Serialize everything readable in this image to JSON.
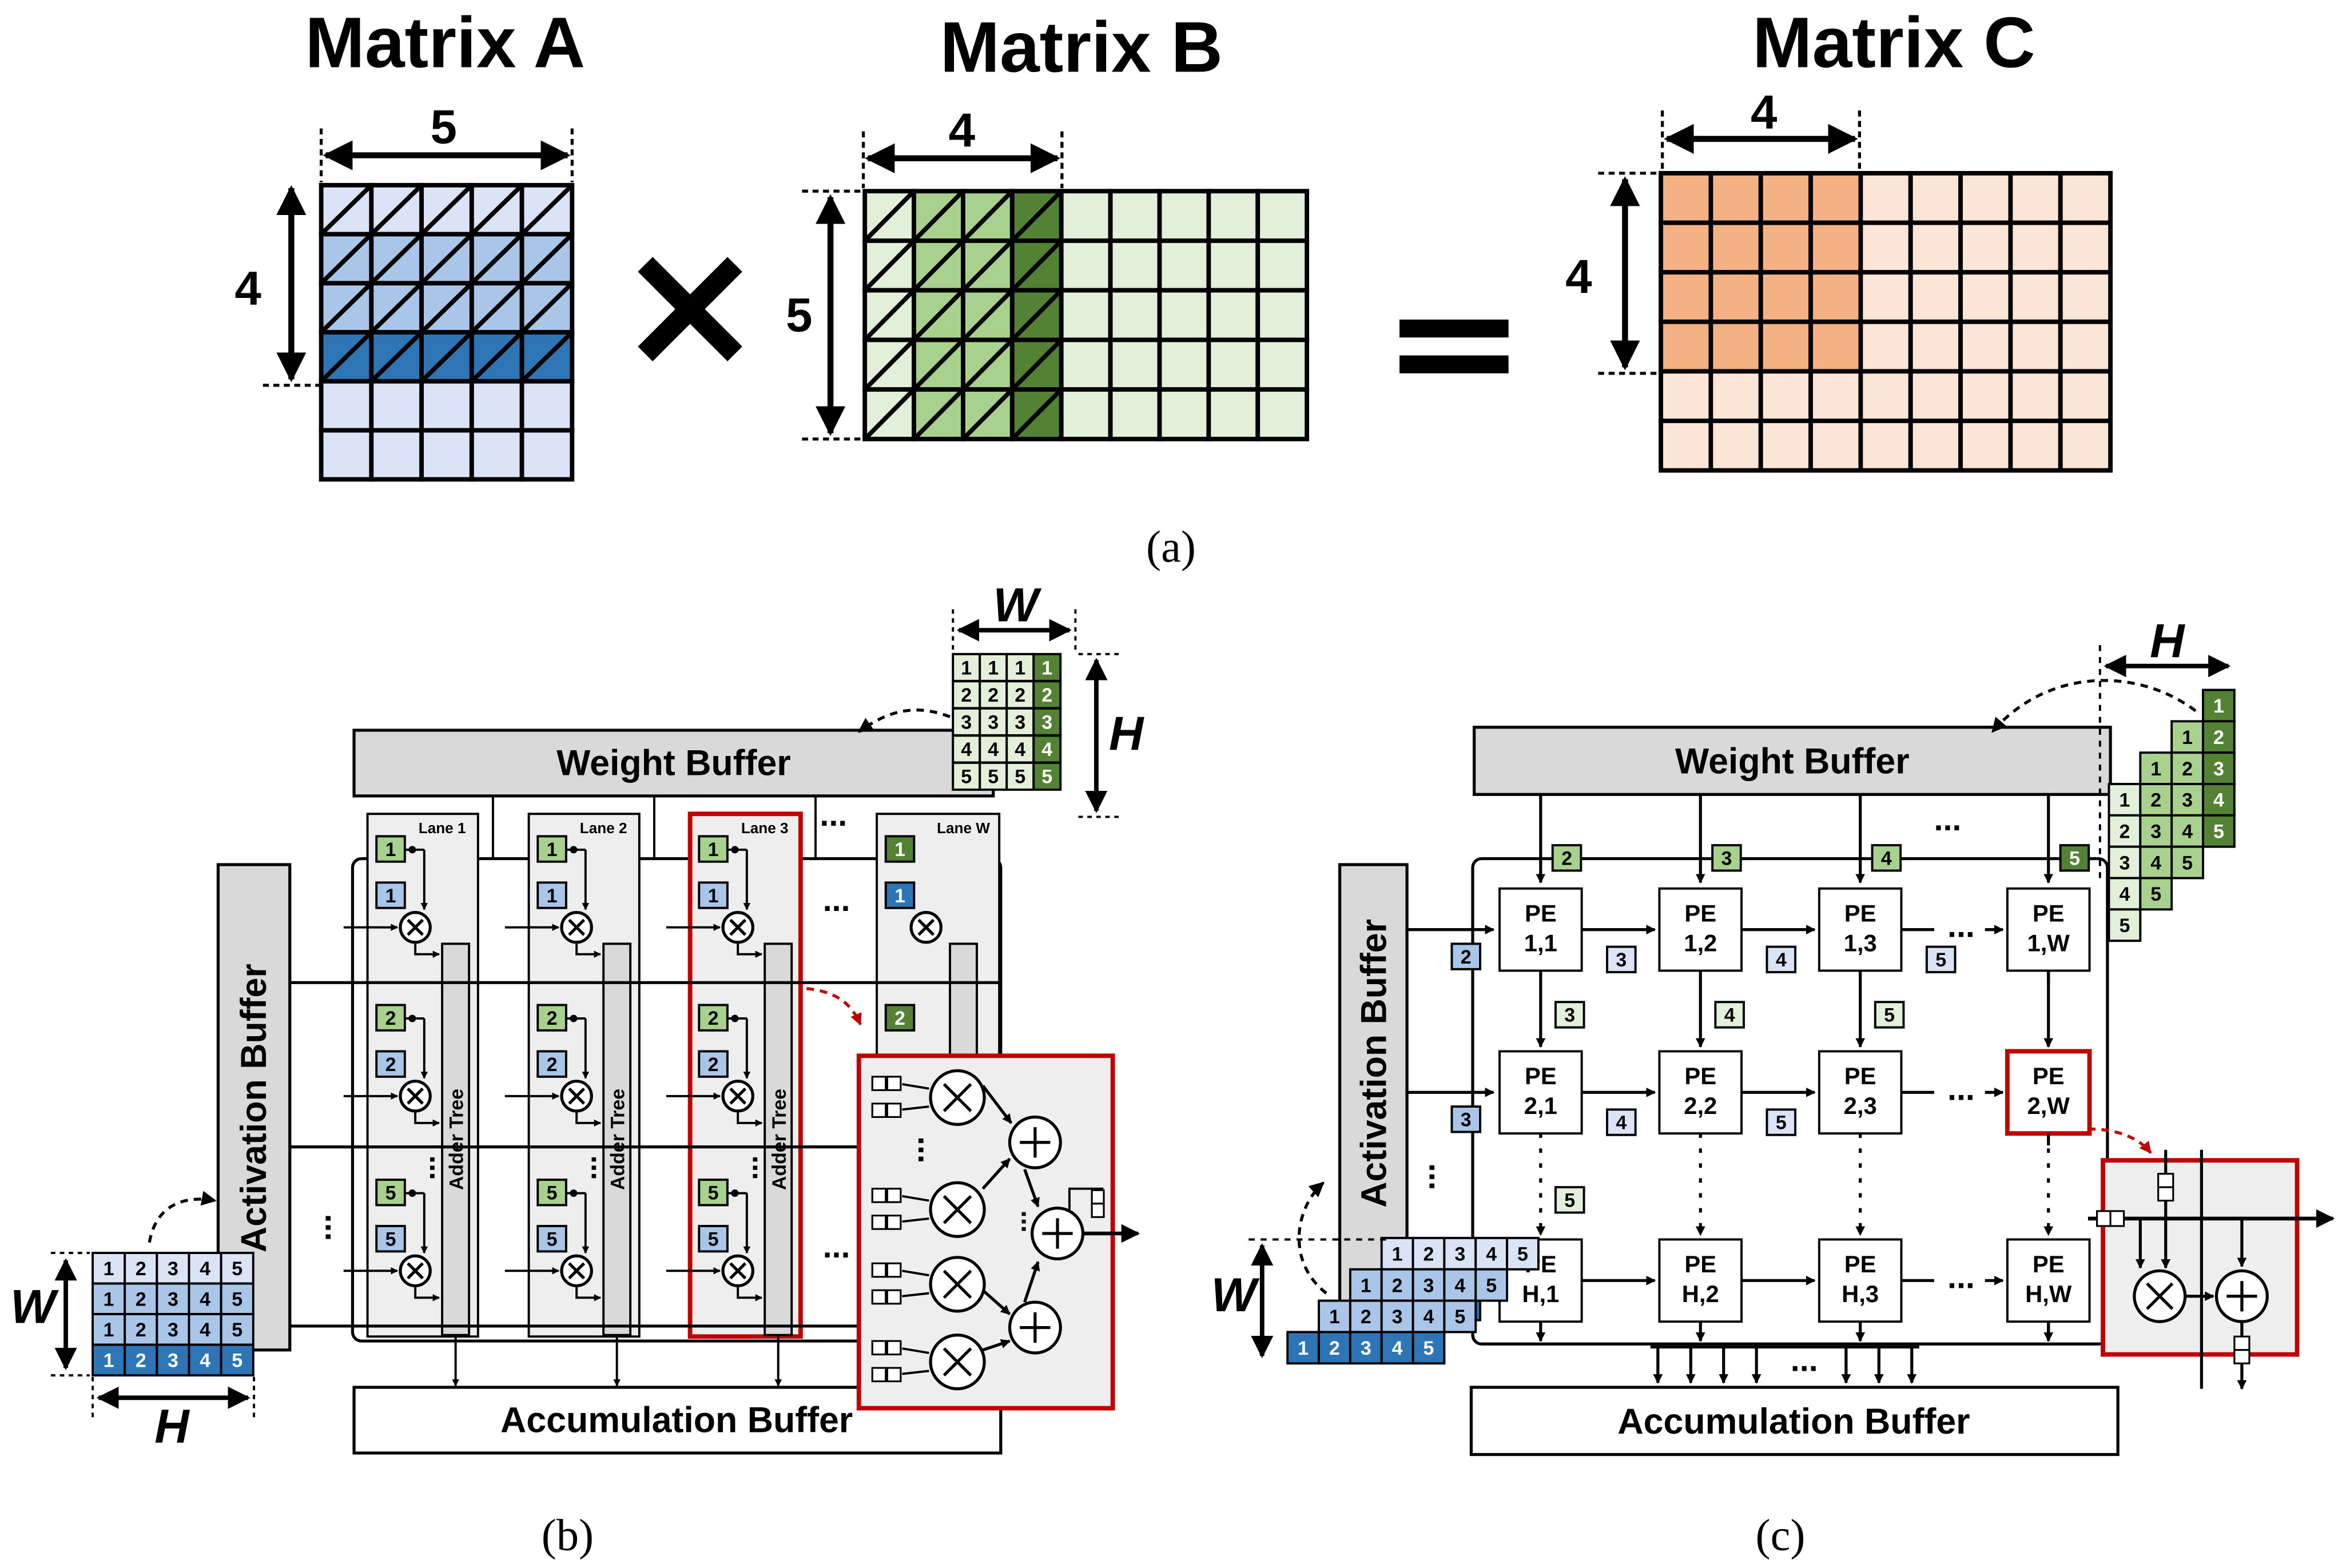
{
  "panel_a": {
    "label": "(a)",
    "matrix_a": {
      "title": "Matrix A",
      "width_label": "5",
      "height_label": "4"
    },
    "matrix_b": {
      "title": "Matrix B",
      "width_label": "4",
      "height_label": "5"
    },
    "matrix_c": {
      "title": "Matrix C",
      "width_label": "4",
      "height_label": "4"
    }
  },
  "panel_b": {
    "label": "(b)",
    "weight_buffer": "Weight Buffer",
    "activation_buffer": "Activation Buffer",
    "accumulation_buffer": "Accumulation Buffer",
    "adder_tree": "Adder Tree",
    "lanes": [
      "Lane 1",
      "Lane 2",
      "Lane 3",
      "Lane W"
    ],
    "lane_values": [
      "1",
      "2",
      "5"
    ],
    "ellipsis": "...",
    "weight_tile": {
      "width_label": "W",
      "height_label": "H",
      "rows": [
        [
          "1",
          "1",
          "1",
          "1"
        ],
        [
          "2",
          "2",
          "2",
          "2"
        ],
        [
          "3",
          "3",
          "3",
          "3"
        ],
        [
          "4",
          "4",
          "4",
          "4"
        ],
        [
          "5",
          "5",
          "5",
          "5"
        ]
      ]
    },
    "activation_tile": {
      "width_label": "H",
      "height_label": "W",
      "rows": [
        [
          "1",
          "2",
          "3",
          "4",
          "5"
        ],
        [
          "1",
          "2",
          "3",
          "4",
          "5"
        ],
        [
          "1",
          "2",
          "3",
          "4",
          "5"
        ],
        [
          "1",
          "2",
          "3",
          "4",
          "5"
        ]
      ]
    }
  },
  "panel_c": {
    "label": "(c)",
    "weight_buffer": "Weight Buffer",
    "activation_buffer": "Activation Buffer",
    "accumulation_buffer": "Accumulation Buffer",
    "ellipsis": "...",
    "column_inputs": [
      "2",
      "3",
      "4",
      "5"
    ],
    "row_inputs": [
      "2",
      "3",
      "5"
    ],
    "pe_rows": [
      {
        "pes": [
          [
            "PE",
            "1,1"
          ],
          [
            "PE",
            "1,2"
          ],
          [
            "PE",
            "1,3"
          ],
          [
            "PE",
            "1,W"
          ]
        ],
        "between": [
          "3",
          "4",
          "5"
        ]
      },
      {
        "pes": [
          [
            "PE",
            "2,1"
          ],
          [
            "PE",
            "2,2"
          ],
          [
            "PE",
            "2,3"
          ],
          [
            "PE",
            "2,W"
          ]
        ],
        "between": [
          "4",
          "5"
        ]
      },
      {
        "pes": [
          [
            "PE",
            "H,1"
          ],
          [
            "PE",
            "H,2"
          ],
          [
            "PE",
            "H,3"
          ],
          [
            "PE",
            "H,W"
          ]
        ],
        "between": []
      }
    ],
    "vertical_between": [
      [
        "3",
        "4",
        "5"
      ],
      [
        "5"
      ]
    ],
    "weight_stagger": {
      "height_label": "H",
      "rows": [
        [
          "1"
        ],
        [
          "1",
          "2"
        ],
        [
          "1",
          "2",
          "3"
        ],
        [
          "1",
          "2",
          "3",
          "4"
        ],
        [
          "2",
          "3",
          "4",
          "5"
        ],
        [
          "3",
          "4",
          "5"
        ],
        [
          "4",
          "5"
        ],
        [
          "5"
        ]
      ]
    },
    "activation_stagger": {
      "width_label": "W",
      "rows": [
        [
          "1",
          "2",
          "3",
          "4",
          "5"
        ],
        [
          "1",
          "2",
          "3",
          "4",
          "5"
        ],
        [
          "1",
          "2",
          "3",
          "4",
          "5"
        ],
        [
          "1",
          "2",
          "3",
          "4",
          "5"
        ]
      ]
    }
  },
  "colors": {
    "blue_light": "#dbe4f6",
    "blue_mid": "#a9c6e8",
    "blue_dark": "#2e75b6",
    "green_light": "#e2f0d9",
    "green_mid": "#a9d18e",
    "green_dark": "#548235",
    "orange_light": "#fbe5d6",
    "orange_mid": "#f4b183",
    "buffer_gray": "#d9d9d9",
    "lane_gray": "#eeeeee",
    "highlight_red": "#c00000"
  }
}
